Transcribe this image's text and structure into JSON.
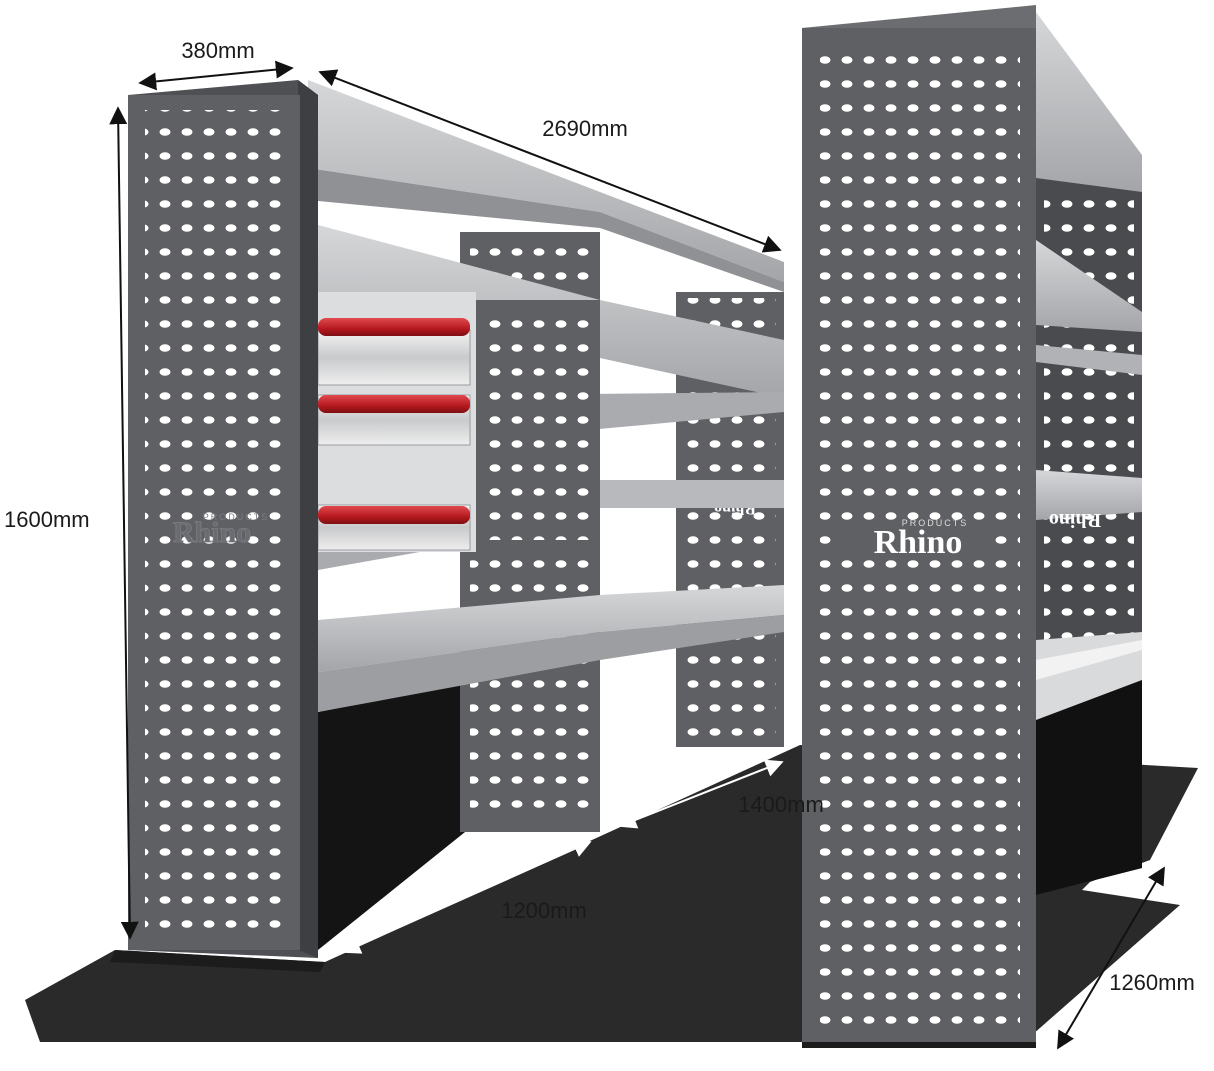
{
  "dimensions": {
    "depth_top": "380mm",
    "length": "2690mm",
    "height": "1600mm",
    "mid_depth": "1400mm",
    "floor_depth": "1200mm",
    "right_depth": "1260mm"
  },
  "brand": {
    "name": "Rhino",
    "subtitle": "PRODUCTS"
  },
  "colors": {
    "panel": "#5f6064",
    "shelf": "#b4b6b9",
    "floor": "#2a2a2b",
    "drawer_handle": "#c0262b"
  }
}
